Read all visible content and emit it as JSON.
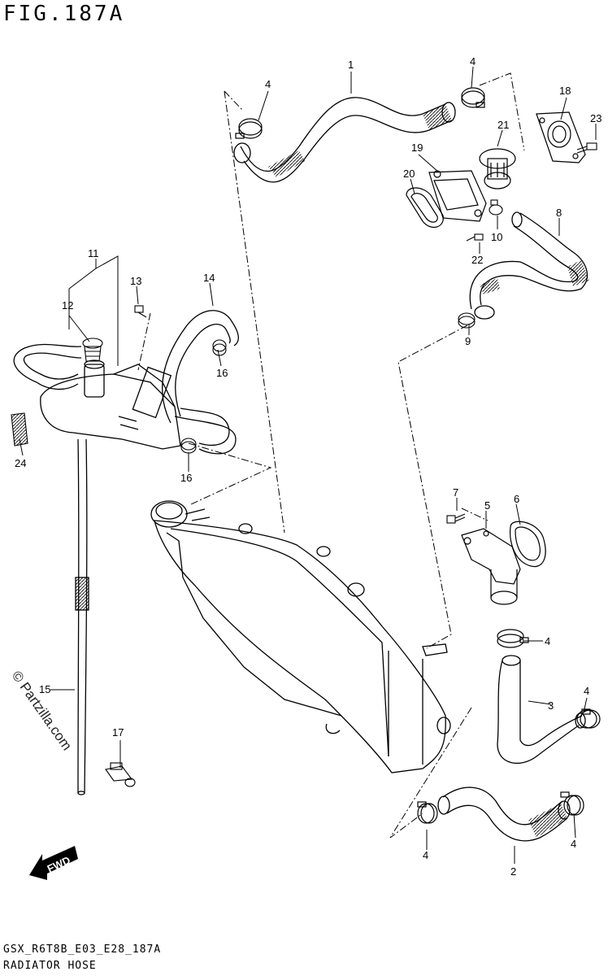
{
  "figure": {
    "title": "FIG.187A",
    "code": "GSX_R6T8B_E03_E28_187A",
    "name": "RADIATOR HOSE",
    "watermark": "© Partzilla.com",
    "direction_label": "FWD"
  },
  "callouts": {
    "c1": "1",
    "c2": "2",
    "c3": "3",
    "c4a": "4",
    "c4b": "4",
    "c4c": "4",
    "c4d": "4",
    "c4e": "4",
    "c4f": "4",
    "c5": "5",
    "c6": "6",
    "c7": "7",
    "c8": "8",
    "c9": "9",
    "c10": "10",
    "c11": "11",
    "c12": "12",
    "c13": "13",
    "c14": "14",
    "c15": "15",
    "c16a": "16",
    "c16b": "16",
    "c17": "17",
    "c18": "18",
    "c19": "19",
    "c20": "20",
    "c21": "21",
    "c22": "22",
    "c23": "23",
    "c24": "24"
  }
}
